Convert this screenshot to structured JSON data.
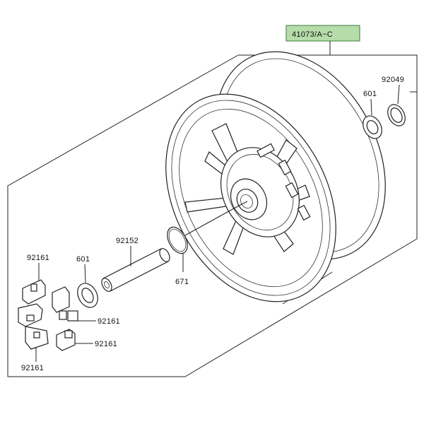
{
  "labels": {
    "assembly": "41073/A~C",
    "seal_right": "92049",
    "bearing_right": "601",
    "collar": "92152",
    "bearing_left": "601",
    "oring": "671",
    "damper_top": "92161",
    "damper_mid": "92161",
    "damper_low": "92161",
    "damper_bottom": "92161"
  },
  "colors": {
    "assembly_highlight": "#b6dcaa",
    "line": "#222222"
  }
}
